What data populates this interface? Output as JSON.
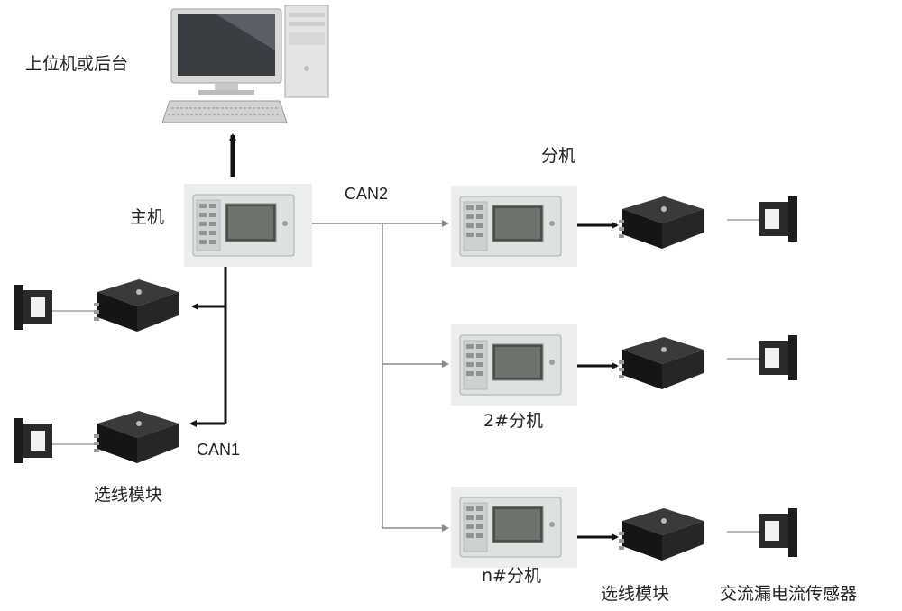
{
  "labels": {
    "host_pc": "上位机或后台",
    "master": "主机",
    "can2": "CAN2",
    "can1": "CAN1",
    "slave_1": "分机",
    "slave_2": "2#分机",
    "slave_n": "n#分机",
    "module_left": "选线模块",
    "module_bottom": "选线模块",
    "sensor": "交流漏电流传感器"
  }
}
